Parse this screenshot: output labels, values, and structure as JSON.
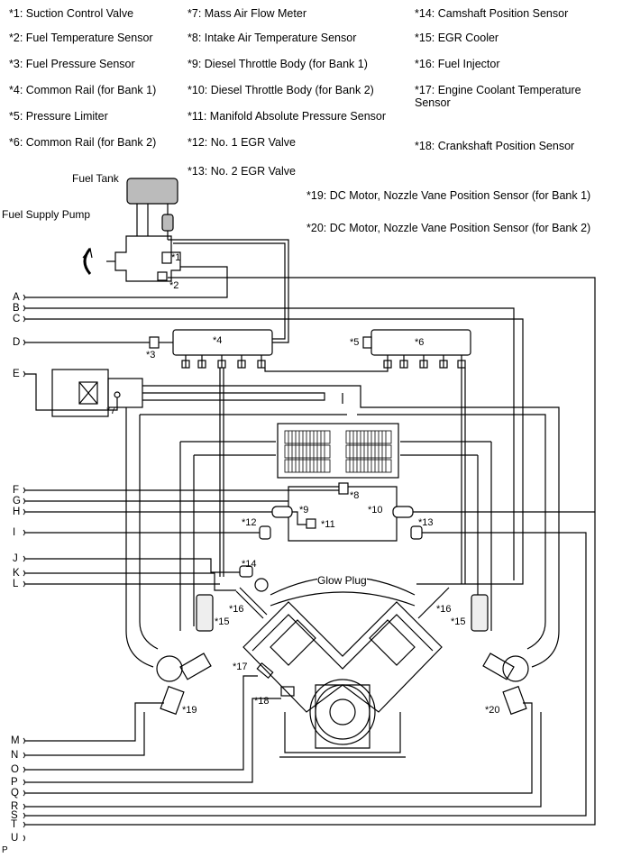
{
  "legend": [
    "*1: Suction Control Valve",
    "*2: Fuel Temperature Sensor",
    "*3: Fuel Pressure Sensor",
    "*4: Common Rail (for Bank 1)",
    "*5: Pressure Limiter",
    "*6: Common Rail (for Bank 2)",
    "*7: Mass Air Flow Meter",
    "*8: Intake Air Temperature Sensor",
    "*9: Diesel Throttle Body (for Bank 1)",
    "*10: Diesel Throttle Body (for Bank 2)",
    "*11: Manifold Absolute Pressure Sensor",
    "*12: No. 1 EGR Valve",
    "*13: No. 2 EGR Valve",
    "*14: Camshaft Position Sensor",
    "*15: EGR Cooler",
    "*16: Fuel Injector",
    "*17: Engine Coolant Temperature Sensor",
    "*18: Crankshaft Position Sensor",
    "*19: DC Motor, Nozzle Vane Position Sensor (for Bank 1)",
    "*20: DC Motor, Nozzle Vane Position Sensor (for Bank 2)"
  ],
  "components": {
    "fuel_tank": "Fuel Tank",
    "fuel_supply_pump": "Fuel Supply Pump",
    "glow_plug": "Glow Plug"
  },
  "callouts": {
    "c1": "*1",
    "c2": "*2",
    "c3": "*3",
    "c4": "*4",
    "c5": "*5",
    "c6": "*6",
    "c7": "*7",
    "c8": "*8",
    "c9": "*9",
    "c10": "*10",
    "c11": "*11",
    "c12": "*12",
    "c13": "*13",
    "c14": "*14",
    "c15a": "*15",
    "c15b": "*15",
    "c16a": "*16",
    "c16b": "*16",
    "c17": "*17",
    "c18": "*18",
    "c19": "*19",
    "c20": "*20"
  },
  "connectors": [
    "A",
    "B",
    "C",
    "D",
    "E",
    "F",
    "G",
    "H",
    "I",
    "J",
    "K",
    "L",
    "M",
    "N",
    "O",
    "P",
    "Q",
    "R",
    "S",
    "T",
    "U"
  ],
  "figure_code": "P"
}
